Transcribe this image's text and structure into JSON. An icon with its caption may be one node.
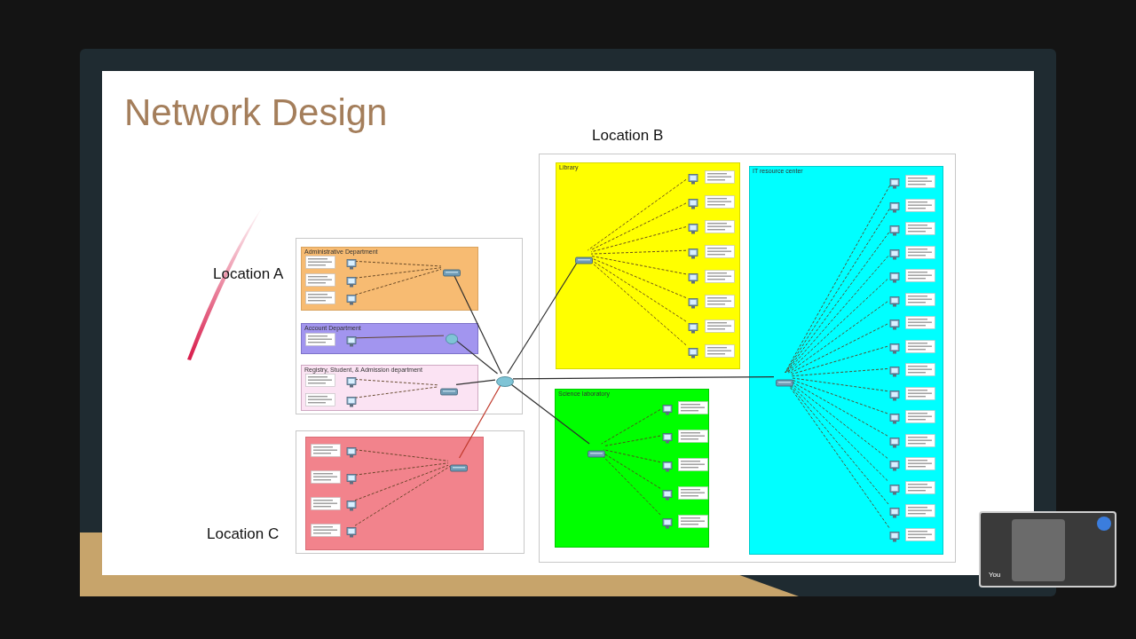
{
  "diagram": {
    "title": "Network Design",
    "nodes": [
      {
        "text": [],
        "shape": "box"
      },
      {
        "text": [
          "Administrative Department"
        ],
        "in": 0
      },
      {
        "text": [
          "Account Department"
        ],
        "in": 0
      },
      {
        "text": [
          "Registry, Student, & Admission department"
        ],
        "in": 0
      },
      {
        "text": [],
        "shape": "box"
      },
      {
        "text": [
          "Library"
        ],
        "in": 4
      },
      {
        "text": [
          "Science laboratory"
        ],
        "in": 4
      },
      {
        "text": [
          "IT resource center"
        ],
        "in": 4
      },
      {
        "text": [],
        "shape": "box"
      },
      {
        "text": [],
        "shape": "box",
        "in": 8
      },
      {
        "text": [],
        "shape": "router",
        "in": 0
      },
      {
        "text": [],
        "shape": "switch",
        "in": 1
      },
      {
        "text": [],
        "shape": "router",
        "in": 2
      },
      {
        "text": [],
        "shape": "switch",
        "in": 3
      },
      {
        "text": [],
        "shape": "switch",
        "in": 9
      },
      {
        "text": [],
        "shape": "switch",
        "in": 5
      },
      {
        "text": [],
        "shape": "switch",
        "in": 6
      },
      {
        "text": [],
        "shape": "switch",
        "in": 7
      },
      {
        "text": [],
        "shape": "computer",
        "in": 1
      },
      {
        "text": [],
        "shape": "computer",
        "in": 1
      },
      {
        "text": [],
        "shape": "computer",
        "in": 1
      },
      {
        "text": [],
        "shape": "computer",
        "in": 2
      },
      {
        "text": [],
        "shape": "computer",
        "in": 3
      },
      {
        "text": [],
        "shape": "computer",
        "in": 3
      },
      {
        "text": [],
        "shape": "computer",
        "in": 9
      },
      {
        "text": [],
        "shape": "computer",
        "in": 9
      },
      {
        "text": [],
        "shape": "computer",
        "in": 9
      },
      {
        "text": [],
        "shape": "computer",
        "in": 9
      },
      {
        "text": [],
        "shape": "computer",
        "in": 5
      },
      {
        "text": [],
        "shape": "computer",
        "in": 5
      },
      {
        "text": [],
        "shape": "computer",
        "in": 5
      },
      {
        "text": [],
        "shape": "computer",
        "in": 5
      },
      {
        "text": [],
        "shape": "computer",
        "in": 5
      },
      {
        "text": [],
        "shape": "computer",
        "in": 5
      },
      {
        "text": [],
        "shape": "computer",
        "in": 5
      },
      {
        "text": [],
        "shape": "computer",
        "in": 5
      },
      {
        "text": [],
        "shape": "computer",
        "in": 6
      },
      {
        "text": [],
        "shape": "computer",
        "in": 6
      },
      {
        "text": [],
        "shape": "computer",
        "in": 6
      },
      {
        "text": [],
        "shape": "computer",
        "in": 6
      },
      {
        "text": [],
        "shape": "computer",
        "in": 6
      },
      {
        "text": [],
        "shape": "computer",
        "in": 7
      },
      {
        "text": [],
        "shape": "computer",
        "in": 7
      },
      {
        "text": [],
        "shape": "computer",
        "in": 7
      },
      {
        "text": [],
        "shape": "computer",
        "in": 7
      },
      {
        "text": [],
        "shape": "computer",
        "in": 7
      },
      {
        "text": [],
        "shape": "computer",
        "in": 7
      },
      {
        "text": [],
        "shape": "computer",
        "in": 7
      },
      {
        "text": [],
        "shape": "computer",
        "in": 7
      },
      {
        "text": [],
        "shape": "computer",
        "in": 7
      },
      {
        "text": [],
        "shape": "computer",
        "in": 7
      },
      {
        "text": [],
        "shape": "computer",
        "in": 7
      },
      {
        "text": [],
        "shape": "computer",
        "in": 7
      },
      {
        "text": [],
        "shape": "computer",
        "in": 7
      },
      {
        "text": [],
        "shape": "computer",
        "in": 7
      },
      {
        "text": [],
        "shape": "computer",
        "in": 7
      },
      {
        "text": [],
        "shape": "computer",
        "in": 7
      }
    ],
    "edges": [
      {
        "from": 10,
        "to": 11,
        "arrow": "none"
      },
      {
        "from": 10,
        "to": 12,
        "arrow": "none"
      },
      {
        "from": 10,
        "to": 13,
        "arrow": "none"
      },
      {
        "from": 10,
        "to": 14,
        "arrow": "none",
        "color": "#c0392b"
      },
      {
        "from": 10,
        "to": 15,
        "arrow": "none"
      },
      {
        "from": 10,
        "to": 16,
        "arrow": "none"
      },
      {
        "from": 10,
        "to": 17,
        "arrow": "none"
      },
      {
        "from": 18,
        "to": 11,
        "arrow": "none",
        "style": "dashed"
      },
      {
        "from": 19,
        "to": 11,
        "arrow": "none",
        "style": "dashed"
      },
      {
        "from": 20,
        "to": 11,
        "arrow": "none",
        "style": "dashed"
      },
      {
        "from": 21,
        "to": 12,
        "arrow": "none"
      },
      {
        "from": 22,
        "to": 13,
        "arrow": "none",
        "style": "dashed"
      },
      {
        "from": 23,
        "to": 13,
        "arrow": "none",
        "style": "dashed"
      },
      {
        "from": 24,
        "to": 14,
        "arrow": "none",
        "style": "dashed"
      },
      {
        "from": 25,
        "to": 14,
        "arrow": "none",
        "style": "dashed"
      },
      {
        "from": 26,
        "to": 14,
        "arrow": "none",
        "style": "dashed"
      },
      {
        "from": 27,
        "to": 14,
        "arrow": "none",
        "style": "dashed"
      },
      {
        "from": 28,
        "to": 15,
        "arrow": "none",
        "style": "dashed"
      },
      {
        "from": 29,
        "to": 15,
        "arrow": "none",
        "style": "dashed"
      },
      {
        "from": 30,
        "to": 15,
        "arrow": "none",
        "style": "dashed"
      },
      {
        "from": 31,
        "to": 15,
        "arrow": "none",
        "style": "dashed"
      },
      {
        "from": 32,
        "to": 15,
        "arrow": "none",
        "style": "dashed"
      },
      {
        "from": 33,
        "to": 15,
        "arrow": "none",
        "style": "dashed"
      },
      {
        "from": 34,
        "to": 15,
        "arrow": "none",
        "style": "dashed"
      },
      {
        "from": 35,
        "to": 15,
        "arrow": "none",
        "style": "dashed"
      },
      {
        "from": 36,
        "to": 16,
        "arrow": "none",
        "style": "dashed"
      },
      {
        "from": 37,
        "to": 16,
        "arrow": "none",
        "style": "dashed"
      },
      {
        "from": 38,
        "to": 16,
        "arrow": "none",
        "style": "dashed"
      },
      {
        "from": 39,
        "to": 16,
        "arrow": "none",
        "style": "dashed"
      },
      {
        "from": 40,
        "to": 16,
        "arrow": "none",
        "style": "dashed"
      },
      {
        "from": 41,
        "to": 17,
        "arrow": "none",
        "style": "dashed"
      },
      {
        "from": 42,
        "to": 17,
        "arrow": "none",
        "style": "dashed"
      },
      {
        "from": 43,
        "to": 17,
        "arrow": "none",
        "style": "dashed"
      },
      {
        "from": 44,
        "to": 17,
        "arrow": "none",
        "style": "dashed"
      },
      {
        "from": 45,
        "to": 17,
        "arrow": "none",
        "style": "dashed"
      },
      {
        "from": 46,
        "to": 17,
        "arrow": "none",
        "style": "dashed"
      },
      {
        "from": 47,
        "to": 17,
        "arrow": "none",
        "style": "dashed"
      },
      {
        "from": 48,
        "to": 17,
        "arrow": "none",
        "style": "dashed"
      },
      {
        "from": 49,
        "to": 17,
        "arrow": "none",
        "style": "dashed"
      },
      {
        "from": 50,
        "to": 17,
        "arrow": "none",
        "style": "dashed"
      },
      {
        "from": 51,
        "to": 17,
        "arrow": "none",
        "style": "dashed"
      },
      {
        "from": 52,
        "to": 17,
        "arrow": "none",
        "style": "dashed"
      },
      {
        "from": 53,
        "to": 17,
        "arrow": "none",
        "style": "dashed"
      },
      {
        "from": 54,
        "to": 17,
        "arrow": "none",
        "style": "dashed"
      },
      {
        "from": 55,
        "to": 17,
        "arrow": "none",
        "style": "dashed"
      },
      {
        "from": 56,
        "to": 17,
        "arrow": "none",
        "style": "dashed"
      }
    ],
    "labels": [
      "Location B",
      "Location A",
      "Location C",
      "You"
    ]
  }
}
